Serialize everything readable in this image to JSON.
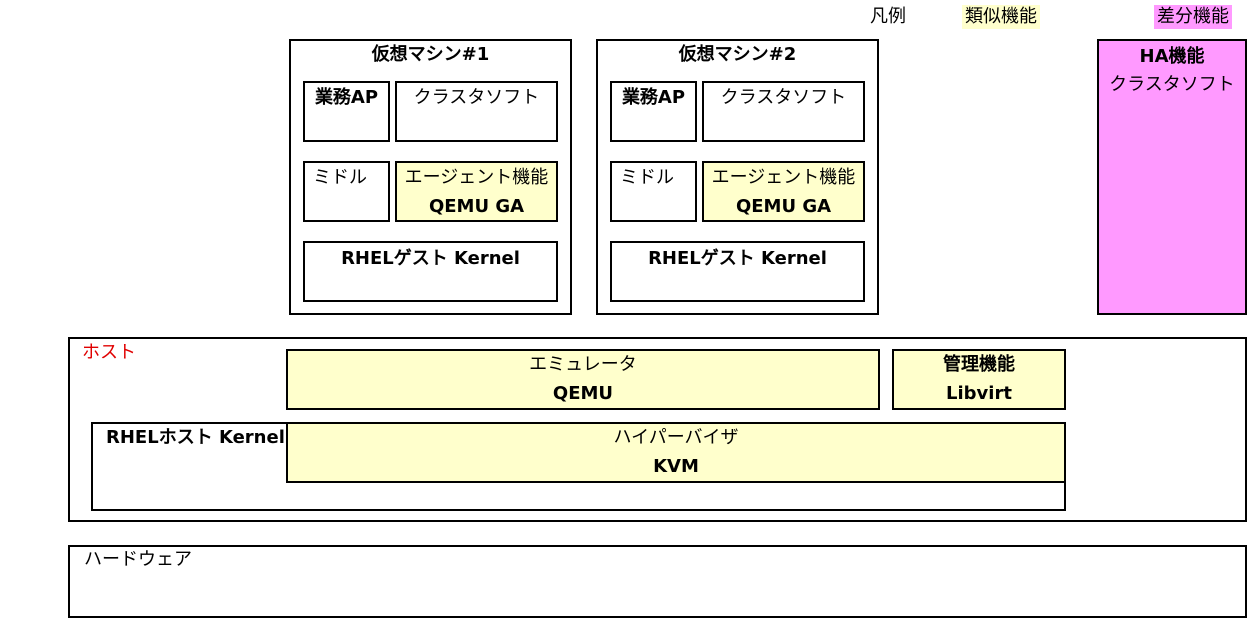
{
  "legend": {
    "title": "凡例",
    "similar": "類似機能",
    "diff": "差分機能"
  },
  "colors": {
    "similar": "#ffffcc",
    "diff": "#ff99ff",
    "host_label": "#e00000"
  },
  "vm1": {
    "title": "仮想マシン#1",
    "app": "業務AP",
    "cluster": "クラスタソフト",
    "middle": "ミドル",
    "agent_line1": "エージェント機能",
    "agent_line2": "QEMU GA",
    "kernel": "RHELゲスト Kernel"
  },
  "vm2": {
    "title": "仮想マシン#2",
    "app": "業務AP",
    "cluster": "クラスタソフト",
    "middle": "ミドル",
    "agent_line1": "エージェント機能",
    "agent_line2": "QEMU GA",
    "kernel": "RHELゲスト Kernel"
  },
  "ha": {
    "line1": "HA機能",
    "line2": "クラスタソフト"
  },
  "host": {
    "label": "ホスト",
    "emulator_line1": "エミュレータ",
    "emulator_line2": "QEMU",
    "mgmt_line1": "管理機能",
    "mgmt_line2": "Libvirt",
    "kernel": "RHELホスト Kernel",
    "hyper_line1": "ハイパーバイザ",
    "hyper_line2": "KVM"
  },
  "hardware": {
    "label": "ハードウェア"
  }
}
